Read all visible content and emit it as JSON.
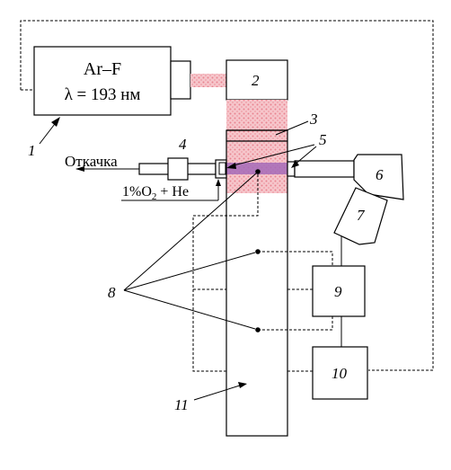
{
  "laser": {
    "type": "Ar–F",
    "wavelength": "λ = 193 нм"
  },
  "flow": {
    "pump_label": "Откачка",
    "gas_prefix": "1%O",
    "gas_subscript": "2",
    "gas_suffix": " + He"
  },
  "callouts": {
    "n1": "1",
    "n2": "2",
    "n3": "3",
    "n4": "4",
    "n5": "5",
    "n6": "6",
    "n7": "7",
    "n8": "8",
    "n9": "9",
    "n10": "10",
    "n11": "11"
  },
  "colors": {
    "beam": "#f2a0a8",
    "beam_dark": "#e57f8b",
    "probe_region": "#a56ab8",
    "line": "#000000"
  }
}
